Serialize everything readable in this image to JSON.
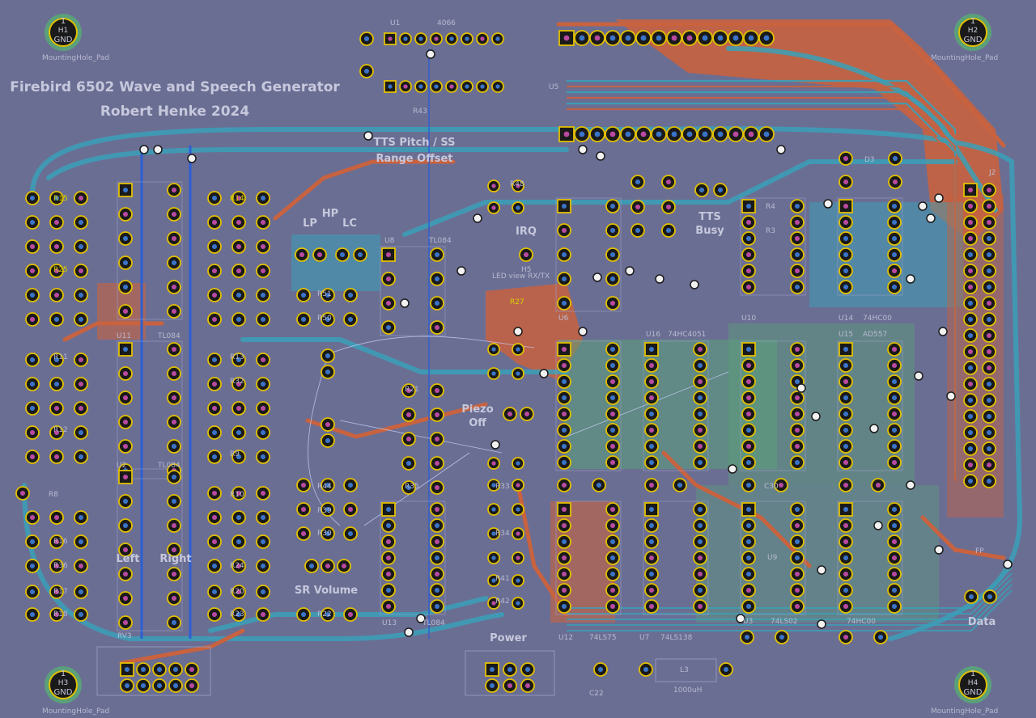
{
  "board": {
    "title_line1": "Firebird 6502 Wave and Speech Generator",
    "title_line2": "Robert Henke 2024",
    "colors": {
      "substrate": "#6b6e93",
      "front_copper": "#c8623f",
      "back_copper": "#3aa0b8",
      "zone": "#5aa07a",
      "pad_ring": "#e2c000",
      "pad_fill": "#1a1a1a",
      "silkscreen": "#c6c8dc"
    }
  },
  "mounting_holes": [
    {
      "ref": "H1",
      "label": "GND",
      "num": "1",
      "value": "MountingHole_Pad"
    },
    {
      "ref": "H2",
      "label": "GND",
      "num": "1",
      "value": "MountingHole_Pad"
    },
    {
      "ref": "H3",
      "label": "GND",
      "num": "1",
      "value": "MountingHole_Pad"
    },
    {
      "ref": "H4",
      "label": "GND",
      "num": "1",
      "value": "MountingHole_Pad"
    }
  ],
  "labels": {
    "tts_range": "TTS Pitch / SS",
    "range_offset": "Range Offset",
    "hp": "HP",
    "lp": "LP",
    "lc": "LC",
    "irq": "IRQ",
    "tts_busy_1": "TTS",
    "tts_busy_2": "Busy",
    "piezo_1": "Piezo",
    "piezo_2": "Off",
    "left": "Left",
    "right": "Right",
    "sr_volume": "SR Volume",
    "power": "Power",
    "data": "Data",
    "led_note": "LED view RX/TX"
  },
  "refs": {
    "u1": "U1",
    "u1_val": "4066",
    "u5": "U5",
    "r15": "R15",
    "r14": "R14",
    "r25": "R25",
    "r11": "R11",
    "r12": "R12",
    "r13": "R13",
    "r32": "R32",
    "r9": "R9",
    "r8": "R8",
    "r10": "R10",
    "r16": "R16",
    "r36": "R36",
    "r17": "R17",
    "r18": "R18",
    "r24": "R24",
    "r20": "R20",
    "r23": "R23",
    "r22": "R22",
    "r21": "R21",
    "r27": "R27",
    "r30": "R30",
    "r39": "R39",
    "r44": "R44",
    "r33": "R33",
    "r34": "R34",
    "r35": "R35",
    "r41": "R41",
    "r42": "R42",
    "r48": "R48",
    "r50": "R50",
    "r51": "R51",
    "r3": "R3",
    "r4": "R4",
    "r5": "R5",
    "r43": "R43",
    "u11": "U11",
    "u11_val": "TL084",
    "u2": "U2",
    "u2_val": "TL084",
    "u8": "U8",
    "u8_val": "TL084",
    "u12": "U12",
    "u12_val": "74LS75",
    "u7": "U7",
    "u7_val": "74LS138",
    "u13": "U13",
    "u13_val": "TL084",
    "u6": "U6",
    "u10": "U10",
    "u14": "U14",
    "u14_val": "74HC00",
    "u15": "U15",
    "u15_val": "AD557",
    "u16": "U16",
    "u16_val": "74HC4051",
    "u9": "U9",
    "u9_val": "74LS02",
    "u3": "U3",
    "u3_val": "74HC00",
    "c22": "C22",
    "c30": "C30",
    "l3": "L3",
    "l3_val": "1000uH",
    "d3": "D3",
    "j2": "J2",
    "rv3": "RV3",
    "h5": "H5",
    "fp": "FP",
    "r": "R"
  }
}
